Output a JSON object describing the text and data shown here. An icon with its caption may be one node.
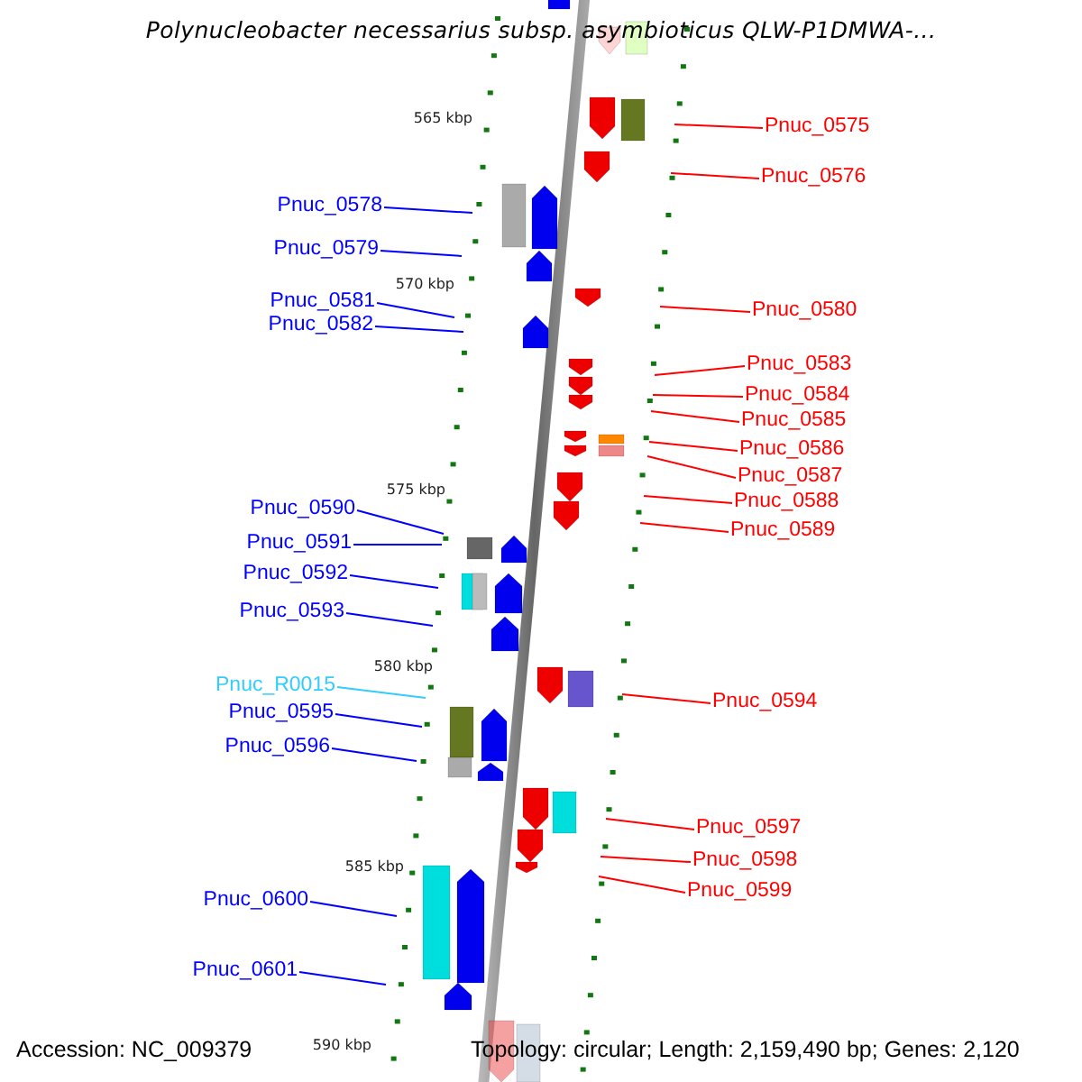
{
  "diagram": {
    "title": "Polynucleobacter necessarius subsp. asymbioticus QLW-P1DMWA-...",
    "nodes": [
      {
        "text": [
          "Pnuc_0575"
        ]
      },
      {
        "text": [
          "Pnuc_0576"
        ]
      },
      {
        "text": [
          "Pnuc_0578"
        ]
      },
      {
        "text": [
          "Pnuc_0579"
        ]
      },
      {
        "text": [
          "Pnuc_0581"
        ]
      },
      {
        "text": [
          "Pnuc_0580"
        ]
      },
      {
        "text": [
          "Pnuc_0582"
        ]
      },
      {
        "text": [
          "Pnuc_0583"
        ]
      },
      {
        "text": [
          "Pnuc_0584"
        ]
      },
      {
        "text": [
          "Pnuc_0585"
        ]
      },
      {
        "text": [
          "Pnuc_0586"
        ]
      },
      {
        "text": [
          "Pnuc_0587"
        ]
      },
      {
        "text": [
          "Pnuc_0588"
        ]
      },
      {
        "text": [
          "Pnuc_0590"
        ]
      },
      {
        "text": [
          "Pnuc_0589"
        ]
      },
      {
        "text": [
          "Pnuc_0591"
        ]
      },
      {
        "text": [
          "Pnuc_0592"
        ]
      },
      {
        "text": [
          "Pnuc_0593"
        ]
      },
      {
        "text": [
          "Pnuc_R0015"
        ]
      },
      {
        "text": [
          "Pnuc_0594"
        ]
      },
      {
        "text": [
          "Pnuc_0595"
        ]
      },
      {
        "text": [
          "Pnuc_0596"
        ]
      },
      {
        "text": [
          "Pnuc_0597"
        ]
      },
      {
        "text": [
          "Pnuc_0598"
        ]
      },
      {
        "text": [
          "Pnuc_0599"
        ]
      },
      {
        "text": [
          "Pnuc_0600"
        ]
      },
      {
        "text": [
          "Pnuc_0601"
        ]
      }
    ],
    "edges": [
      {
        "from": 0,
        "to": null,
        "arrow": "none"
      },
      {
        "from": 1,
        "to": null,
        "arrow": "none"
      },
      {
        "from": 2,
        "to": null,
        "arrow": "none",
        "color": "#0000ff"
      },
      {
        "from": 3,
        "to": null,
        "arrow": "none",
        "color": "#0000ff"
      },
      {
        "from": 4,
        "to": null,
        "arrow": "none",
        "color": "#0000ff"
      },
      {
        "from": 5,
        "to": null,
        "arrow": "none"
      },
      {
        "from": 6,
        "to": null,
        "arrow": "none",
        "color": "#0000ff"
      },
      {
        "from": 7,
        "to": null,
        "arrow": "none"
      },
      {
        "from": 8,
        "to": null,
        "arrow": "none"
      },
      {
        "from": 9,
        "to": null,
        "arrow": "none"
      },
      {
        "from": 10,
        "to": null,
        "arrow": "none"
      },
      {
        "from": 11,
        "to": null,
        "arrow": "none"
      },
      {
        "from": 12,
        "to": null,
        "arrow": "none"
      },
      {
        "from": 13,
        "to": null,
        "arrow": "none",
        "color": "#0000ff"
      },
      {
        "from": 14,
        "to": null,
        "arrow": "none"
      },
      {
        "from": 15,
        "to": null,
        "arrow": "none",
        "color": "#0000ff"
      },
      {
        "from": 16,
        "to": null,
        "arrow": "none",
        "color": "#0000ff"
      },
      {
        "from": 17,
        "to": null,
        "arrow": "none",
        "color": "#0000ff"
      },
      {
        "from": 18,
        "to": null,
        "arrow": "none",
        "color": "#33ccff"
      },
      {
        "from": 19,
        "to": null,
        "arrow": "none"
      },
      {
        "from": 20,
        "to": null,
        "arrow": "none",
        "color": "#0000ff"
      },
      {
        "from": 21,
        "to": null,
        "arrow": "none",
        "color": "#0000ff"
      },
      {
        "from": 22,
        "to": null,
        "arrow": "none"
      },
      {
        "from": 23,
        "to": null,
        "arrow": "none"
      },
      {
        "from": 24,
        "to": null,
        "arrow": "none"
      },
      {
        "from": 25,
        "to": null,
        "arrow": "none",
        "color": "#0000ff"
      },
      {
        "from": 26,
        "to": null,
        "arrow": "none",
        "color": "#0000ff"
      }
    ],
    "labels": [
      "565 kbp",
      "570 kbp",
      "575 kbp",
      "580 kbp",
      "585 kbp",
      "Accession: NC_009379",
      "590 kbp",
      "Topology: circular; Length: 2,159,490 bp; Genes: 2,120"
    ]
  }
}
